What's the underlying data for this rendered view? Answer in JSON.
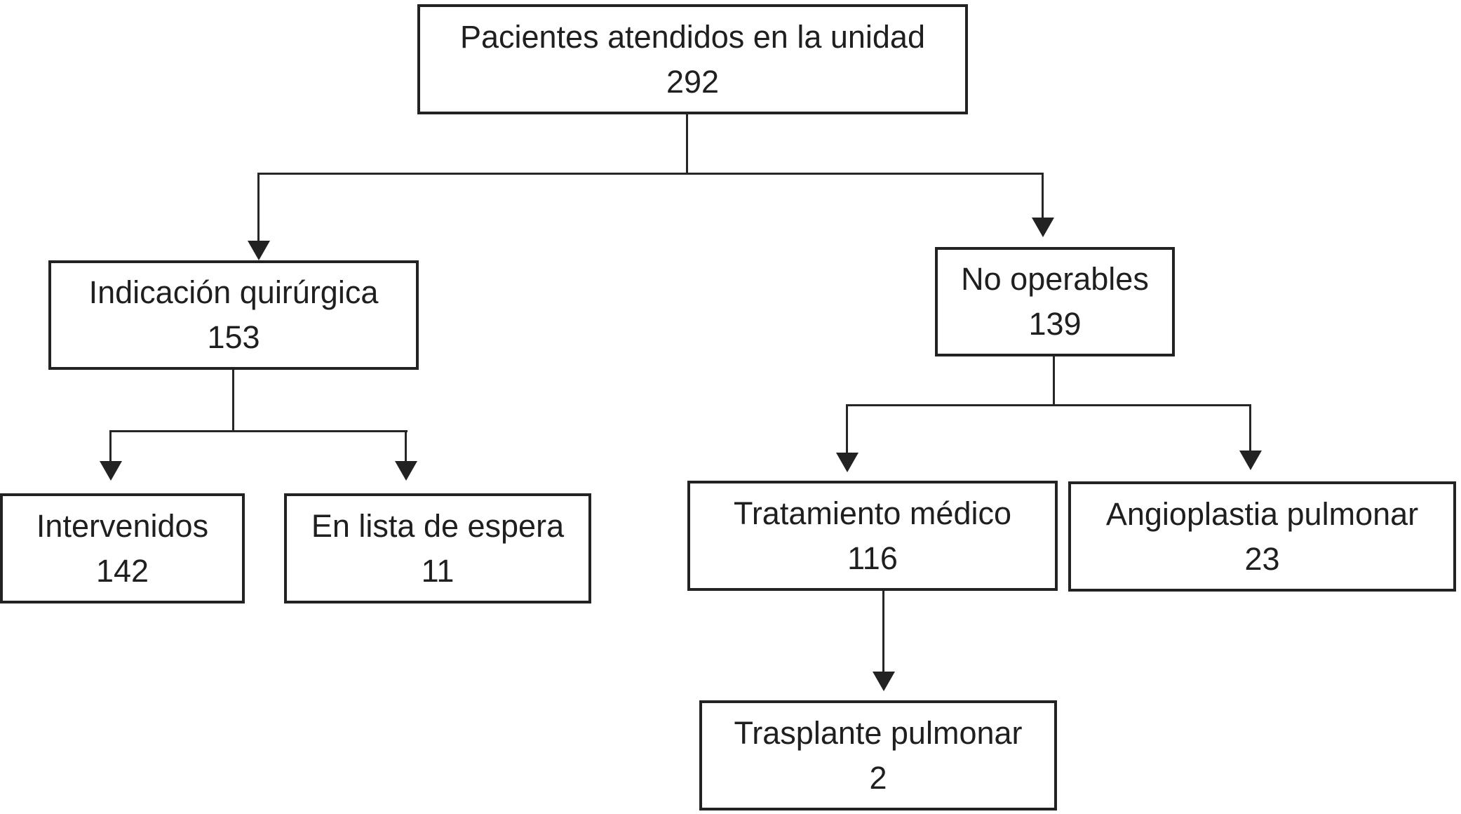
{
  "diagram": {
    "type": "flowchart",
    "language": "es",
    "line_color": "#262626",
    "box_border_color": "#222222",
    "box_fill_color": "#ffffff",
    "text_color": "#1f1f1f",
    "nodes": {
      "root": {
        "label": "Pacientes atendidos en la unidad",
        "value": "292"
      },
      "indicacion": {
        "label": "Indicación quirúrgica",
        "value": "153"
      },
      "no_operables": {
        "label": "No operables",
        "value": "139"
      },
      "intervenidos": {
        "label": "Intervenidos",
        "value": "142"
      },
      "lista_espera": {
        "label": "En lista de espera",
        "value": "11"
      },
      "tratamiento": {
        "label": "Tratamiento médico",
        "value": "116"
      },
      "angioplastia": {
        "label": "Angioplastia pulmonar",
        "value": "23"
      },
      "trasplante": {
        "label": "Trasplante pulmonar",
        "value": "2"
      }
    },
    "edges": [
      {
        "from": "root",
        "to": "indicacion"
      },
      {
        "from": "root",
        "to": "no_operables"
      },
      {
        "from": "indicacion",
        "to": "intervenidos"
      },
      {
        "from": "indicacion",
        "to": "lista_espera"
      },
      {
        "from": "no_operables",
        "to": "tratamiento"
      },
      {
        "from": "no_operables",
        "to": "angioplastia"
      },
      {
        "from": "tratamiento",
        "to": "trasplante"
      }
    ]
  }
}
